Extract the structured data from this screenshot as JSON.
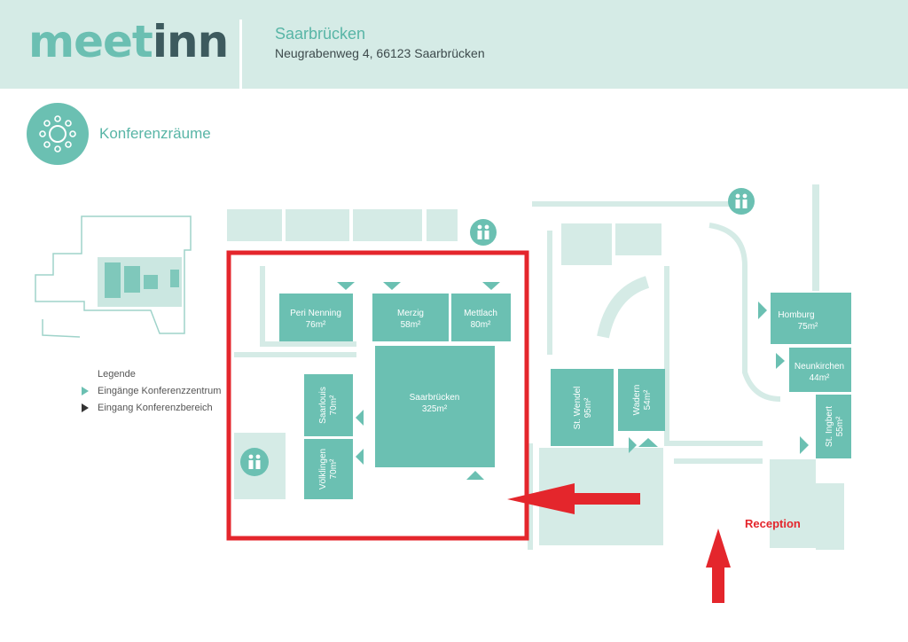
{
  "brand": {
    "meet": "meet",
    "inn": "inn"
  },
  "location": {
    "name": "Saarbrücken",
    "address": "Neugrabenweg 4, 66123 Saarbrücken"
  },
  "section_title": "Konferenzräume",
  "legend": {
    "title": "Legende",
    "item_entrances_center": "Eingänge Konferenzzentrum",
    "item_entrance_area": "Eingang Konferenzbereich",
    "color_center": "#6bc0b2",
    "color_area": "#333333"
  },
  "rooms": {
    "peri_nenning": {
      "name": "Peri Nenning",
      "size": "76m²"
    },
    "merzig": {
      "name": "Merzig",
      "size": "58m²"
    },
    "mettlach": {
      "name": "Mettlach",
      "size": "80m²"
    },
    "saarbruecken": {
      "name": "Saarbrücken",
      "size": "325m²"
    },
    "saarlouis": {
      "name": "Saarlouis",
      "size": "70m²"
    },
    "voelklingen": {
      "name": "Völklingen",
      "size": "70m²"
    },
    "st_wendel": {
      "name": "St. Wendel",
      "size": "95m²"
    },
    "wadern": {
      "name": "Wadern",
      "size": "54m²"
    },
    "homburg": {
      "name": "Homburg",
      "size": "75m²"
    },
    "neunkirchen": {
      "name": "Neunkirchen",
      "size": "44m²"
    },
    "st_ingbert": {
      "name": "St. Ingbert",
      "size": "55m²"
    }
  },
  "reception_label": "Reception",
  "colors": {
    "room": "#6bc0b2",
    "corridor": "#d5ebe6",
    "highlight": "#e4262c",
    "header": "#d5ebe6"
  }
}
